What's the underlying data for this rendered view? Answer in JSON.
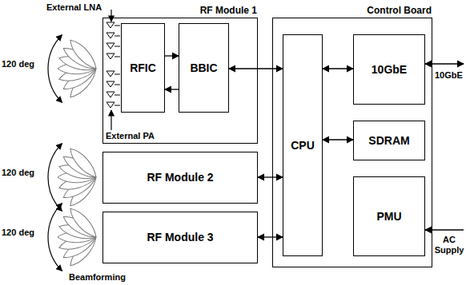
{
  "diagram": {
    "nodes": [
      {
        "text": [
          "RF Module 1"
        ]
      },
      {
        "text": [
          "RFIC"
        ],
        "in": 0
      },
      {
        "text": [
          "BBIC"
        ],
        "in": 0
      },
      {
        "text": [
          "Control Board"
        ]
      },
      {
        "text": [
          "CPU"
        ],
        "in": 3
      },
      {
        "text": [
          "10GbE"
        ],
        "in": 3
      },
      {
        "text": [
          "SDRAM"
        ],
        "in": 3
      },
      {
        "text": [
          "PMU"
        ],
        "in": 3
      },
      {
        "text": [
          "RF Module 2"
        ]
      },
      {
        "text": [
          "RF Module 3"
        ]
      }
    ],
    "edges": [
      {
        "from": 1,
        "to": 2,
        "arrow": "to"
      },
      {
        "from": 2,
        "to": 1,
        "arrow": "to"
      },
      {
        "from": 2,
        "to": 4,
        "arrow": "both"
      },
      {
        "from": 4,
        "to": 5,
        "arrow": "both"
      },
      {
        "from": 4,
        "to": 6,
        "arrow": "both"
      },
      {
        "from": 8,
        "to": 4,
        "arrow": "both"
      },
      {
        "from": 9,
        "to": 4,
        "arrow": "both"
      }
    ],
    "labels": [
      "External LNA",
      "External PA",
      "120 deg",
      "120 deg",
      "120 deg",
      "Beamforming",
      "10GbE",
      "AC Supply"
    ]
  }
}
